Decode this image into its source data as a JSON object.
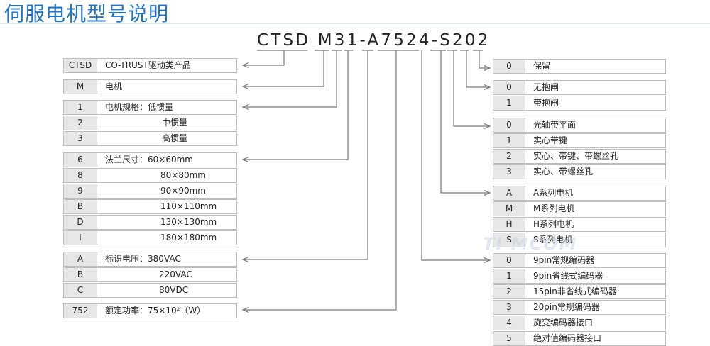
{
  "page": {
    "title": "伺服电机型号说明",
    "model_code": "CTSD M31-A7524-S202",
    "watermark": "TI MCOM"
  },
  "left_groups": {
    "series": [
      {
        "code": "CTSD",
        "desc": "CO-TRUST驱动类产品"
      }
    ],
    "type": [
      {
        "code": "M",
        "desc": "电机"
      }
    ],
    "inertia": [
      {
        "code": "1",
        "desc": "电机规格：低惯量"
      },
      {
        "code": "2",
        "desc": "中惯量"
      },
      {
        "code": "3",
        "desc": "高惯量"
      }
    ],
    "flange": [
      {
        "code": "6",
        "desc": "法兰尺寸：60×60mm"
      },
      {
        "code": "8",
        "desc": "80×80mm"
      },
      {
        "code": "9",
        "desc": "90×90mm"
      },
      {
        "code": "B",
        "desc": "110×110mm"
      },
      {
        "code": "D",
        "desc": "130×130mm"
      },
      {
        "code": "I",
        "desc": "180×180mm"
      }
    ],
    "voltage": [
      {
        "code": "A",
        "desc": "标识电压：380VAC"
      },
      {
        "code": "B",
        "desc": "220VAC"
      },
      {
        "code": "C",
        "desc": "80VDC"
      }
    ],
    "power": [
      {
        "code": "752",
        "desc": "额定功率：75×10²（W）"
      }
    ]
  },
  "right_groups": {
    "reserved": [
      {
        "code": "0",
        "desc": "保留"
      }
    ],
    "brake": [
      {
        "code": "0",
        "desc": "无抱闸"
      },
      {
        "code": "1",
        "desc": "带抱闸"
      }
    ],
    "shaft": [
      {
        "code": "0",
        "desc": "光轴带平面"
      },
      {
        "code": "1",
        "desc": "实心带键"
      },
      {
        "code": "2",
        "desc": "实心、带键、带螺丝孔"
      },
      {
        "code": "3",
        "desc": "实心、带螺丝孔"
      }
    ],
    "motor_series": [
      {
        "code": "A",
        "desc": "A系列电机"
      },
      {
        "code": "M",
        "desc": "M系列电机"
      },
      {
        "code": "H",
        "desc": "H系列电机"
      },
      {
        "code": "S",
        "desc": "S系列电机"
      }
    ],
    "encoder": [
      {
        "code": "0",
        "desc": "9pin常规编码器"
      },
      {
        "code": "1",
        "desc": "9pin省线式编码器"
      },
      {
        "code": "2",
        "desc": "15pin非省线式编码器"
      },
      {
        "code": "3",
        "desc": "20pin常规编码器"
      },
      {
        "code": "4",
        "desc": "旋变编码器接口"
      },
      {
        "code": "5",
        "desc": "绝对值编码器接口"
      }
    ]
  },
  "colors": {
    "title": "#1f74c8",
    "border": "#bdbdbd",
    "line": "#777777",
    "code_fill": "#e7e7e7"
  }
}
